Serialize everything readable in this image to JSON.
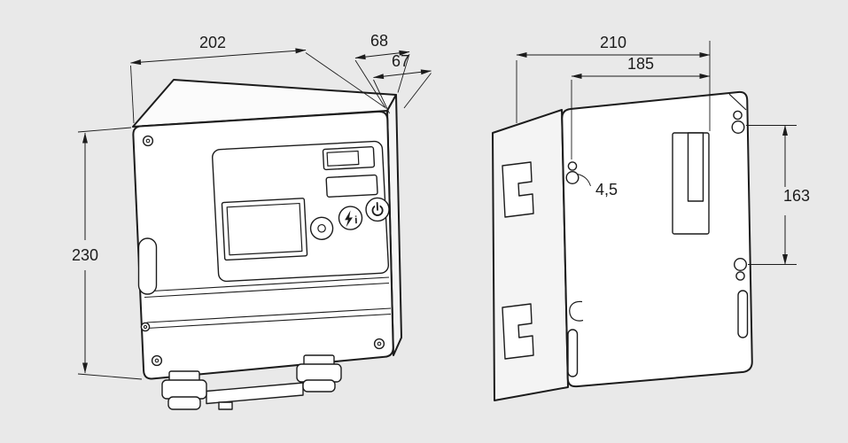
{
  "colors": {
    "background": "#e9e9e9",
    "line": "#1c1c1c",
    "face": "#ffffff",
    "face_top": "#fbfbfb",
    "face_side": "#f4f4f4"
  },
  "icons": {
    "power_button": "power-icon",
    "info_button": "lightning-info-icon",
    "indicator_button": "ring-indicator-icon"
  },
  "front_view": {
    "dim_width": "202",
    "dim_depth_total": "68",
    "dim_depth_housing": "67",
    "dim_height": "230",
    "panel": {
      "info_letter": "i"
    }
  },
  "back_view": {
    "dim_overall_width": "210",
    "dim_hole_spacing_horizontal": "185",
    "dim_hole_diameter": "4,5",
    "dim_hole_spacing_vertical": "163"
  }
}
